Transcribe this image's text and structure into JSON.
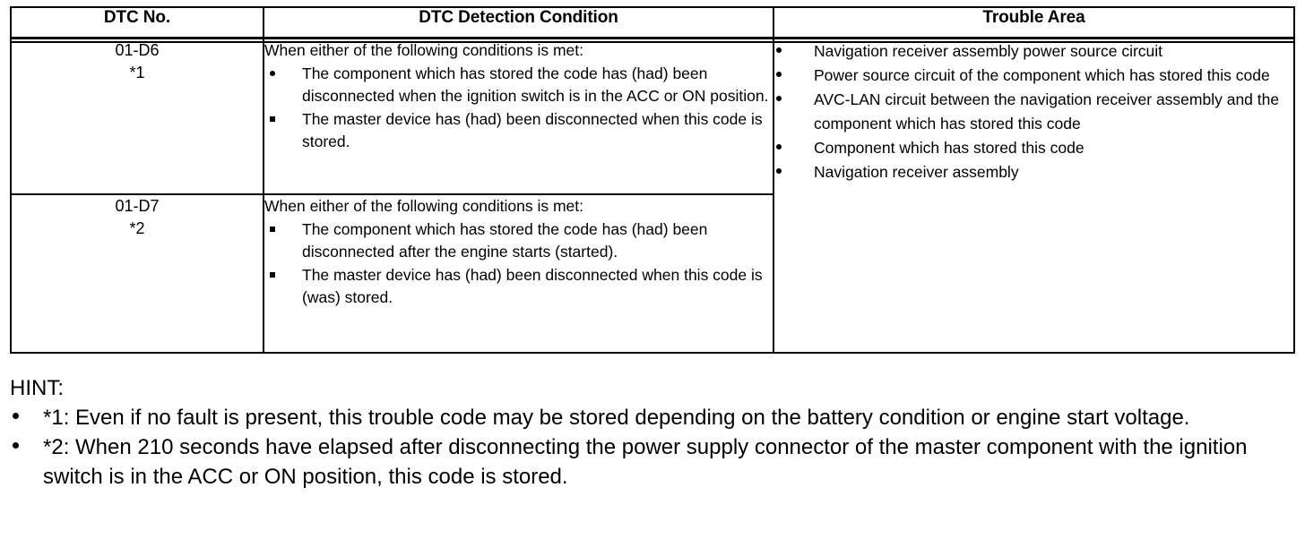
{
  "table": {
    "headers": {
      "dtc_no": "DTC No.",
      "detection_condition": "DTC Detection Condition",
      "trouble_area": "Trouble Area"
    },
    "rows": [
      {
        "dtc_code": "01-D6",
        "dtc_note": "*1",
        "condition_intro": "When either of the following conditions is met:",
        "condition_bullets": [
          "The component which has stored the code has (had) been disconnected when the ignition switch is in the ACC or ON position.",
          "The master device has (had) been disconnected when this code is stored."
        ]
      },
      {
        "dtc_code": "01-D7",
        "dtc_note": "*2",
        "condition_intro": "When either of the following conditions is met:",
        "condition_bullets": [
          "The component which has stored the code has (had) been disconnected after the engine starts (started).",
          "The master device has (had) been disconnected when this code is (was) stored."
        ]
      }
    ],
    "trouble_area_items": [
      "Navigation receiver assembly power source circuit",
      "Power source circuit of the component which has stored this code",
      "AVC-LAN circuit between the navigation receiver assembly and the component which has stored this code",
      "Component which has stored this code",
      "Navigation receiver assembly"
    ]
  },
  "hint": {
    "title": "HINT:",
    "items": [
      "*1: Even if no fault is present, this trouble code may be stored depending on the battery condition or engine start voltage.",
      "*2: When 210 seconds have elapsed after disconnecting the power supply connector of the master component with the ignition switch is in the ACC or ON position, this code is stored."
    ]
  },
  "colors": {
    "text": "#000000",
    "background": "#ffffff",
    "border": "#000000"
  }
}
